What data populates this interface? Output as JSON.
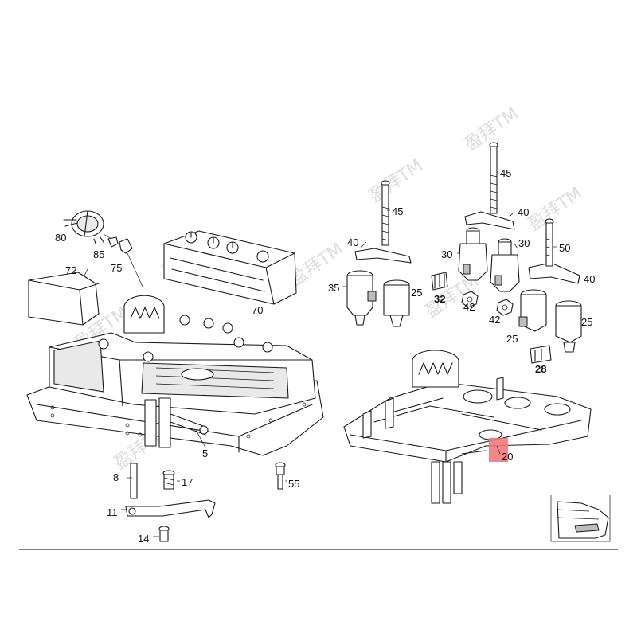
{
  "watermark": "盈拜TM",
  "highlight_color": "#f07a7a",
  "labels": {
    "p80": "80",
    "p85": "85",
    "p75": "75",
    "p72": "72",
    "p70": "70",
    "p5": "5",
    "p8": "8",
    "p17": "17",
    "p55": "55",
    "p11": "11",
    "p14": "14",
    "p45a": "45",
    "p45b": "45",
    "p40a": "40",
    "p40b": "40",
    "p40c": "40",
    "p30a": "30",
    "p30b": "30",
    "p50": "50",
    "p35": "35",
    "p25a": "25",
    "p25b": "25",
    "p25c": "25",
    "p32": "32",
    "p42a": "42",
    "p42b": "42",
    "p28": "28",
    "p20": "20"
  }
}
